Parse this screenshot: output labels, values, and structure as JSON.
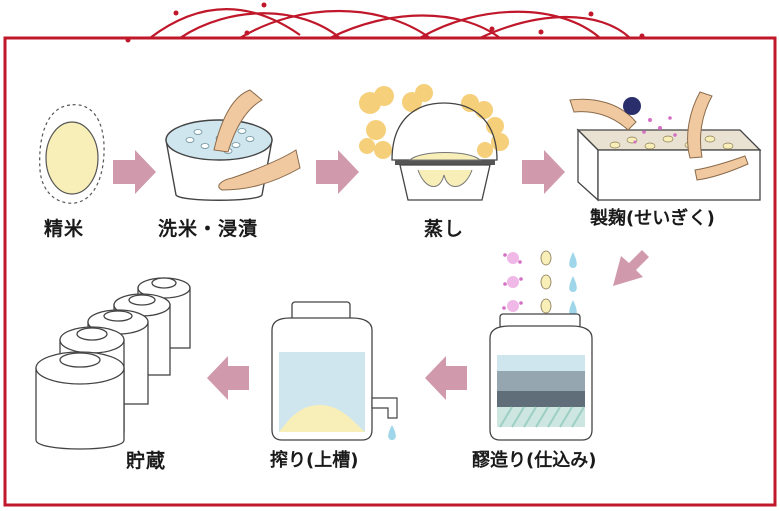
{
  "colors": {
    "frame": "#c0182a",
    "arrow": "#d09aac",
    "rice": "#f7eeb8",
    "water": "#cfe6ef",
    "skin": "#f1c9a0",
    "steam": "#f5cf7a",
    "koji_spore": "#d46fc4"
  },
  "steps": [
    {
      "label": "精米",
      "icon": "polished-rice-grain-icon"
    },
    {
      "label": "洗米・浸漬",
      "icon": "washing-bowl-icon"
    },
    {
      "label": "蒸し",
      "icon": "steamer-icon"
    },
    {
      "label": "製麹(せいぎく)",
      "icon": "koji-box-icon"
    },
    {
      "label": "醪造り(仕込み)",
      "icon": "fermentation-tank-icon"
    },
    {
      "label": "搾り(上槽)",
      "icon": "press-tank-icon"
    },
    {
      "label": "貯蔵",
      "icon": "storage-tanks-icon"
    }
  ]
}
